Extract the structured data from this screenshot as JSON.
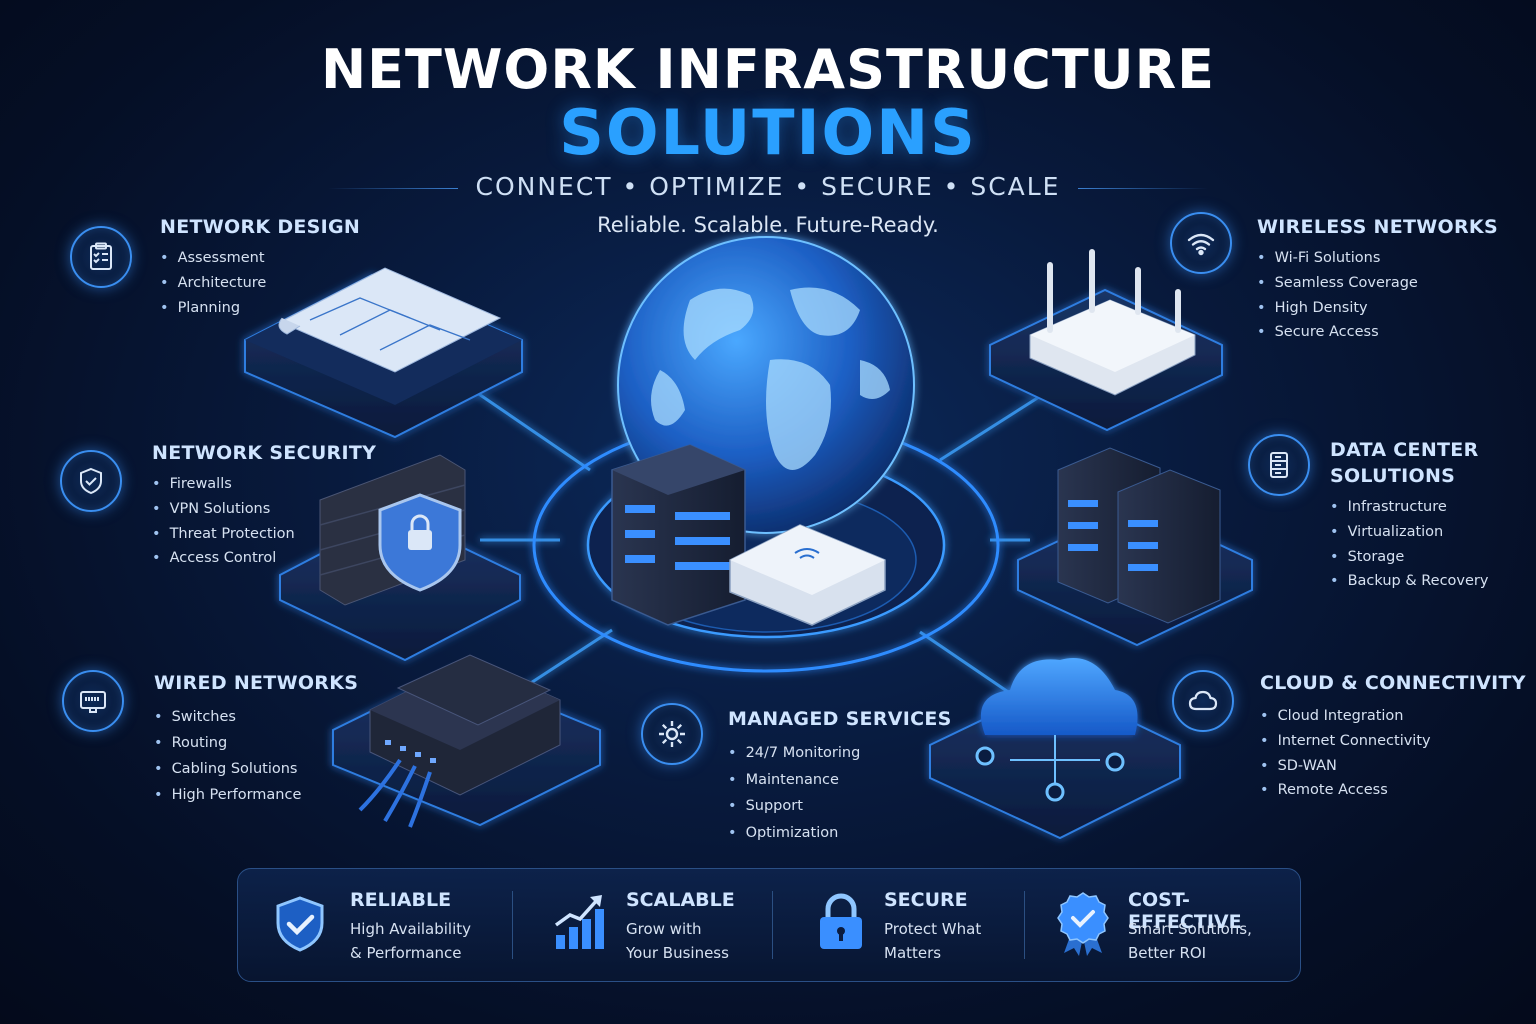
{
  "header": {
    "title_line1": "NETWORK INFRASTRUCTURE",
    "title_line2": "SOLUTIONS",
    "tagline": "CONNECT • OPTIMIZE • SECURE • SCALE",
    "subtagline": "Reliable. Scalable. Future-Ready."
  },
  "sections": {
    "network_design": {
      "title": "NETWORK DESIGN",
      "items": [
        "Assessment",
        "Architecture",
        "Planning"
      ]
    },
    "network_security": {
      "title": "NETWORK SECURITY",
      "items": [
        "Firewalls",
        "VPN Solutions",
        "Threat Protection",
        "Access Control"
      ]
    },
    "wired_networks": {
      "title": "WIRED NETWORKS",
      "items": [
        "Switches",
        "Routing",
        "Cabling Solutions",
        "High Performance"
      ]
    },
    "managed_services": {
      "title": "MANAGED SERVICES",
      "items": [
        "24/7 Monitoring",
        "Maintenance",
        "Support",
        "Optimization"
      ]
    },
    "wireless_networks": {
      "title": "WIRELESS NETWORKS",
      "items": [
        "Wi-Fi Solutions",
        "Seamless Coverage",
        "High Density",
        "Secure Access"
      ]
    },
    "data_center": {
      "title_line1": "DATA CENTER",
      "title_line2": "SOLUTIONS",
      "items": [
        "Infrastructure",
        "Virtualization",
        "Storage",
        "Backup & Recovery"
      ]
    },
    "cloud": {
      "title": "CLOUD & CONNECTIVITY",
      "items": [
        "Cloud Integration",
        "Internet Connectivity",
        "SD-WAN",
        "Remote Access"
      ]
    }
  },
  "features": [
    {
      "title": "RELIABLE",
      "line1": "High Availability",
      "line2": "& Performance",
      "icon": "shield-check-icon"
    },
    {
      "title": "SCALABLE",
      "line1": "Grow with",
      "line2": "Your Business",
      "icon": "growth-chart-icon"
    },
    {
      "title": "SECURE",
      "line1": "Protect What",
      "line2": "Matters",
      "icon": "padlock-icon"
    },
    {
      "title": "COST-EFFECTIVE",
      "line1": "Smart Solutions,",
      "line2": "Better ROI",
      "icon": "award-badge-icon"
    }
  ],
  "colors": {
    "accent": "#2aa0ff",
    "background": "#061331",
    "glow": "#3a8ef0"
  }
}
